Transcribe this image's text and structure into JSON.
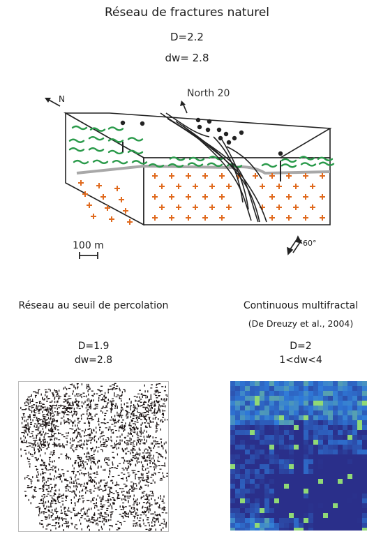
{
  "top": {
    "title": "Réseau de fractures naturel",
    "d": "D=2.2",
    "dw": "dw= 2.8"
  },
  "block": {
    "north_label": "N",
    "north20_label": "North 20",
    "scale_label": "100 m",
    "dip_label": "60°",
    "colors": {
      "waves": "#2a9a4a",
      "crosses": "#e06a1e",
      "fault": "#222222",
      "gray_layer": "#a8a8a8"
    }
  },
  "left_panel": {
    "title": "Réseau au seuil de percolation",
    "d": "D=1.9",
    "dw": "dw=2.8"
  },
  "right_panel": {
    "title_line1": "Continuous multifractal",
    "title_line2": "(De Dreuzy et al., 2004)",
    "d": "D=2",
    "dw": "1<dw<4",
    "colors": {
      "low": "#2a2f8a",
      "mid": "#2f7ad9",
      "high": "#9be36b"
    }
  }
}
